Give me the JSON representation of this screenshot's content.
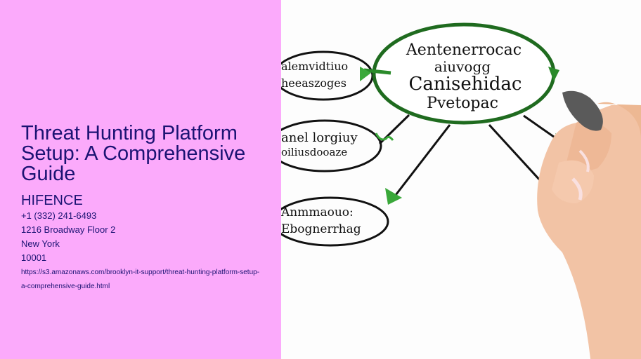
{
  "page": {
    "title": "Threat Hunting Platform Setup: A Comprehensive Guide",
    "background_color": "#fbaafb",
    "text_color": "#1b1373"
  },
  "contact": {
    "company": "HIFENCE",
    "phone": "+1 (332) 241-6493",
    "address": "1216 Broadway Floor 2",
    "city": "New York",
    "zip": "10001",
    "url": "https://s3.amazonaws.com/brooklyn-it-support/threat-hunting-platform-setup-a-comprehensive-guide.html"
  },
  "illustration": {
    "description": "Hand drawing a mind-map diagram with a central green oval connected to surrounding ovals by arrows",
    "center_node": {
      "lines": [
        "Aentenerrocac",
        "aiuvogg",
        "Canisehidac",
        "Pvetopac"
      ],
      "border_color": "#1f6b1f"
    },
    "nodes": [
      {
        "lines": [
          "alemvidtiuo",
          "heeaszoges"
        ]
      },
      {
        "lines": [
          "anel lorgiuy",
          "oiliusdooaze"
        ]
      },
      {
        "lines": [
          "Anmmaouo:",
          "Ebognerrhag"
        ]
      }
    ],
    "arrow_color": "#3aa83a"
  }
}
